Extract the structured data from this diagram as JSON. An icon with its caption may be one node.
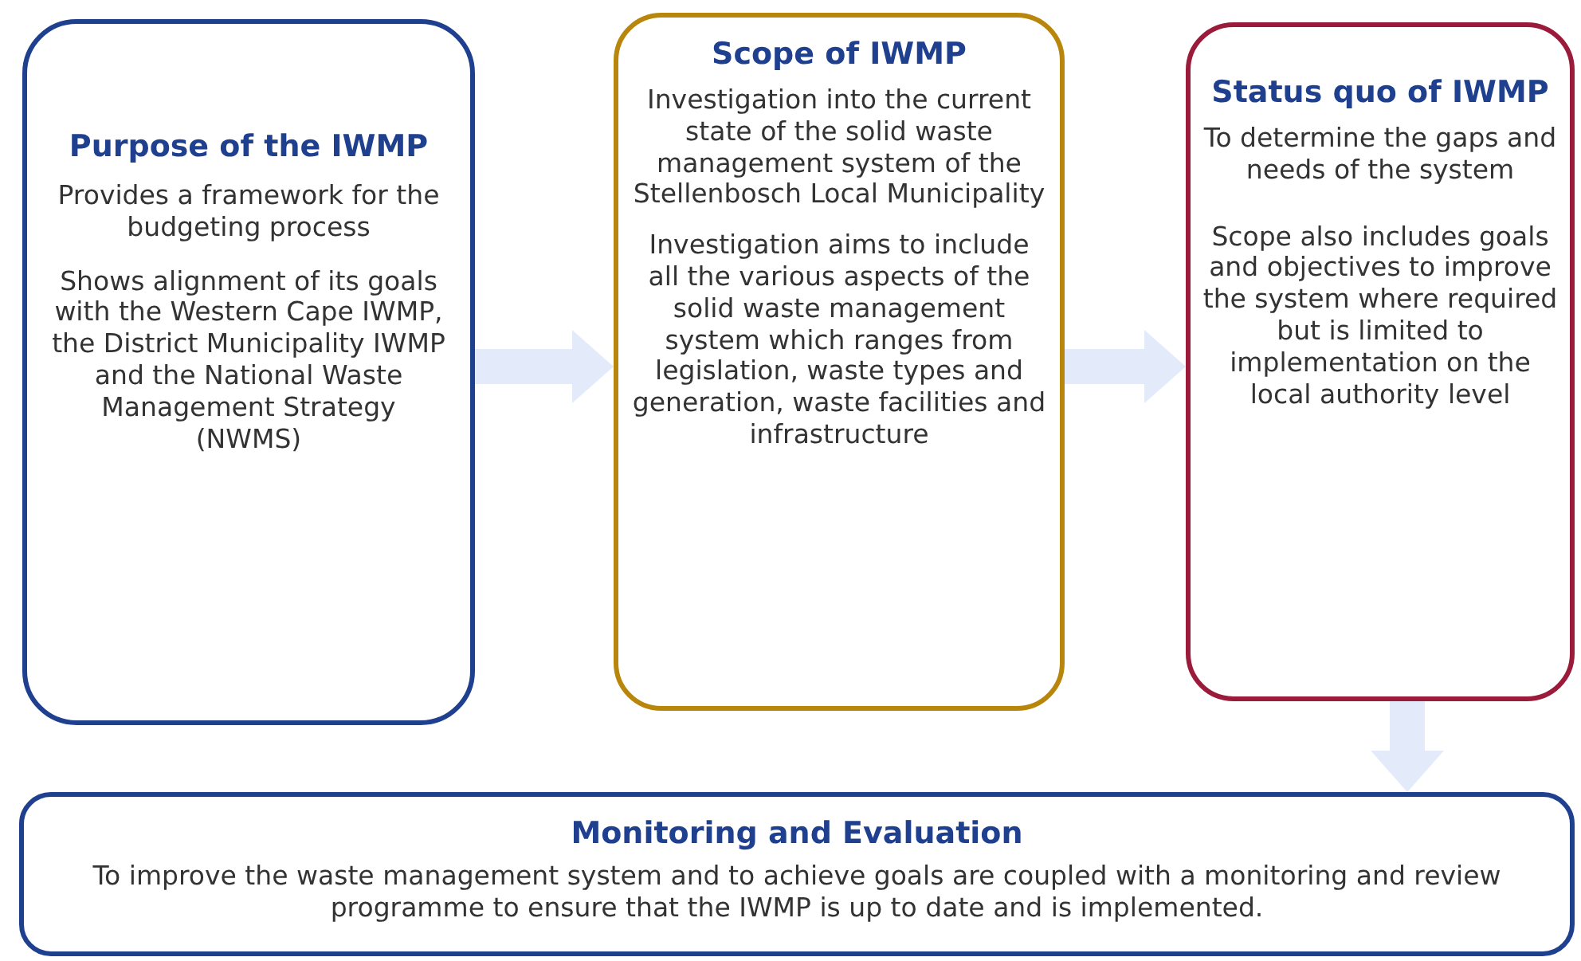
{
  "diagram": {
    "nodes": [
      {
        "text": [
          "Purpose of the IWMP",
          "Provides a framework for the budgeting process",
          "Shows alignment of its goals with the Western Cape IWMP, the District Municipality IWMP and the National Waste Management Strategy (NWMS)"
        ]
      },
      {
        "text": [
          "Scope of IWMP",
          "Investigation into the current state of the solid waste management system of the Stellenbosch Local Municipality",
          "Investigation aims to include all the various aspects of the solid waste management system which ranges from legislation, waste types and generation, waste facilities and infrastructure"
        ]
      },
      {
        "text": [
          "Status quo of IWMP",
          "To determine the gaps and needs of the system",
          "Scope also includes goals and objectives to improve the system where required but is limited to implementation on the local authority level"
        ]
      },
      {
        "text": [
          "Monitoring and Evaluation",
          "To improve the waste management system and to achieve goals are coupled with a monitoring and review programme to ensure that the IWMP is up to date and is implemented."
        ]
      }
    ],
    "edges": [
      {
        "from": 0,
        "to": 1,
        "arrow": "to"
      },
      {
        "from": 1,
        "to": 2,
        "arrow": "to"
      },
      {
        "from": 2,
        "to": 3,
        "arrow": "to"
      }
    ]
  }
}
